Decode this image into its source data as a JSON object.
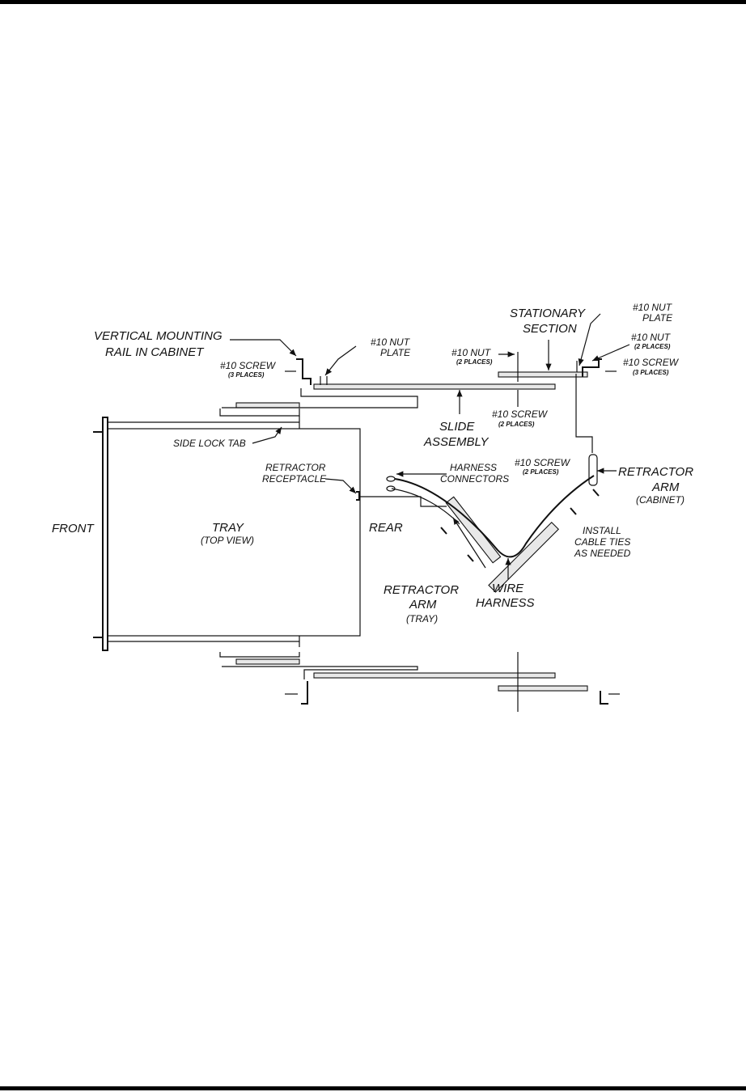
{
  "labels": {
    "vertical_mounting_1": "VERTICAL MOUNTING",
    "vertical_mounting_2": "RAIL IN CABINET",
    "screw10": "#10 SCREW",
    "three_places": "(3 PLACES)",
    "two_places": "(2 PLACES)",
    "nut10": "#10 NUT",
    "plate": "PLATE",
    "stationary": "STATIONARY",
    "section": "SECTION",
    "slide": "SLIDE",
    "assembly": "ASSEMBLY",
    "side_lock_tab": "SIDE LOCK TAB",
    "retractor": "RETRACTOR",
    "receptacle": "RECEPTACLE",
    "harness": "HARNESS",
    "connectors": "CONNECTORS",
    "arm": "ARM",
    "cabinet": "(CABINET)",
    "tray_paren": "(TRAY)",
    "install": "INSTALL",
    "cable_ties": "CABLE TIES",
    "as_needed": "AS NEEDED",
    "front": "FRONT",
    "tray": "TRAY",
    "top_view": "(TOP VIEW)",
    "rear": "REAR",
    "wire": "WIRE",
    "harness_big": "HARNESS"
  }
}
